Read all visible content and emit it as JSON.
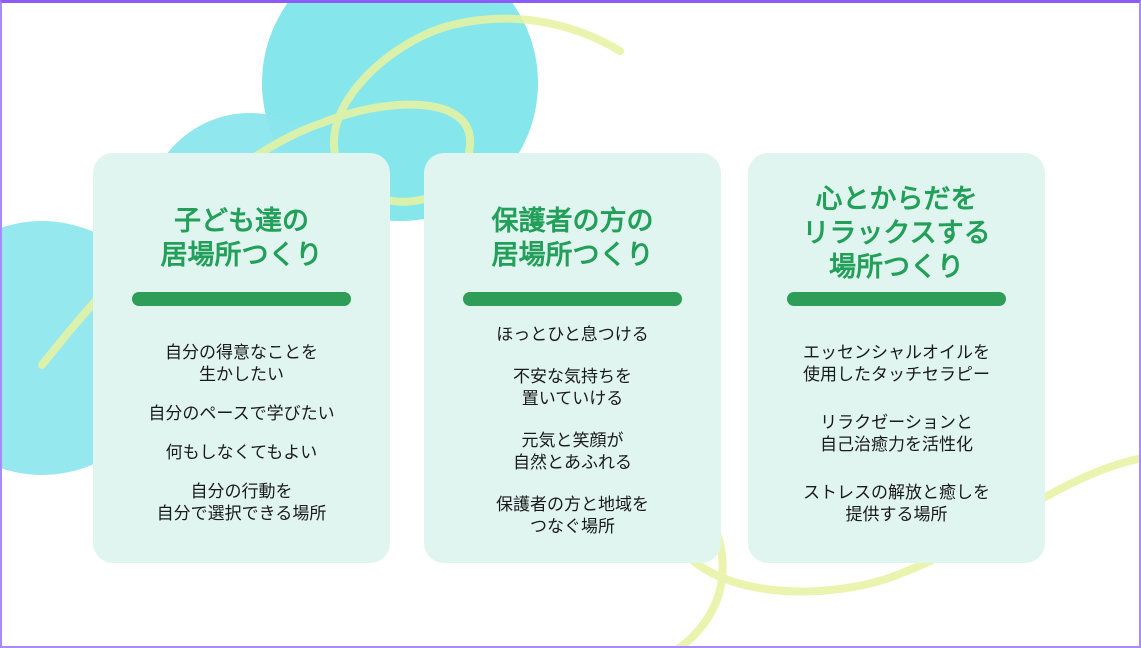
{
  "colors": {
    "accent": "#22a05a",
    "bar": "#2e9d57",
    "card_bg": "#e0f5ef",
    "circle": "#7ee5ea",
    "swirl": "#e8f2a0",
    "frame": "#8b5cf6"
  },
  "cards": [
    {
      "title": "子ども達の\n居場所つくり",
      "items": [
        "自分の得意なことを\n生かしたい",
        "自分のペースで学びたい",
        "何もしなくてもよい",
        "自分の行動を\n自分で選択できる場所"
      ]
    },
    {
      "title": "保護者の方の\n居場所つくり",
      "items": [
        "ほっとひと息つける",
        "不安な気持ちを\n置いていける",
        "元気と笑顔が\n自然とあふれる",
        "保護者の方と地域を\nつなぐ場所"
      ]
    },
    {
      "title": "心とからだを\nリラックスする\n場所つくり",
      "items": [
        "エッセンシャルオイルを\n使用したタッチセラピー",
        "リラクゼーションと\n自己治癒力を活性化",
        "ストレスの解放と癒しを\n提供する場所"
      ]
    }
  ]
}
